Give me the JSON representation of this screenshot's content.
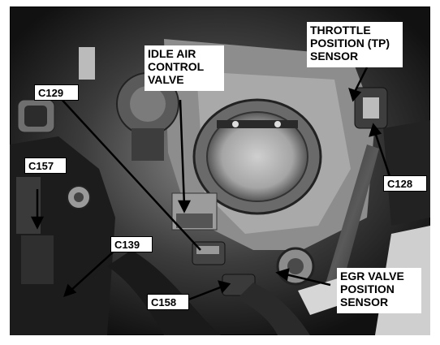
{
  "labels": {
    "idle_air_control_valve": "IDLE AIR\nCONTROL\nVALVE",
    "throttle_position_sensor": "THROTTLE\nPOSITION (TP)\nSENSOR",
    "egr_valve_position_sensor": "EGR VALVE\nPOSITION\nSENSOR",
    "c129": "C129",
    "c157": "C157",
    "c139": "C139",
    "c158": "C158",
    "c128": "C128"
  },
  "colors": {
    "background": "#ffffff",
    "label_fill": "#ffffff",
    "label_text": "#000000",
    "leader_lines": "#000000"
  }
}
